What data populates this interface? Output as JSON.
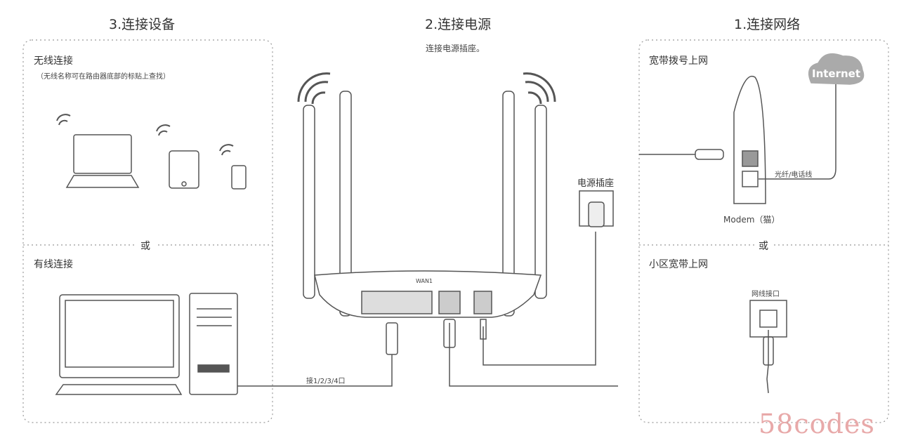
{
  "steps": {
    "devices": "3.连接设备",
    "power": "2.连接电源",
    "network": "1.连接网络"
  },
  "power_note": "连接电源插座。",
  "wireless": {
    "title": "无线连接",
    "note": "（无线名称可在路由器底部的标贴上查找）"
  },
  "or": "或",
  "wired": {
    "title": "有线连接",
    "port_note": "接1/2/3/4口"
  },
  "power_outlet": "电源插座",
  "router_label": "WAN1",
  "broadband": {
    "title": "宽带拨号上网",
    "internet": "Internet",
    "fiber": "光纤/电话线",
    "modem": "Modem（猫）"
  },
  "community": {
    "title": "小区宽带上网",
    "port": "网线接口"
  },
  "watermark": "58codes"
}
